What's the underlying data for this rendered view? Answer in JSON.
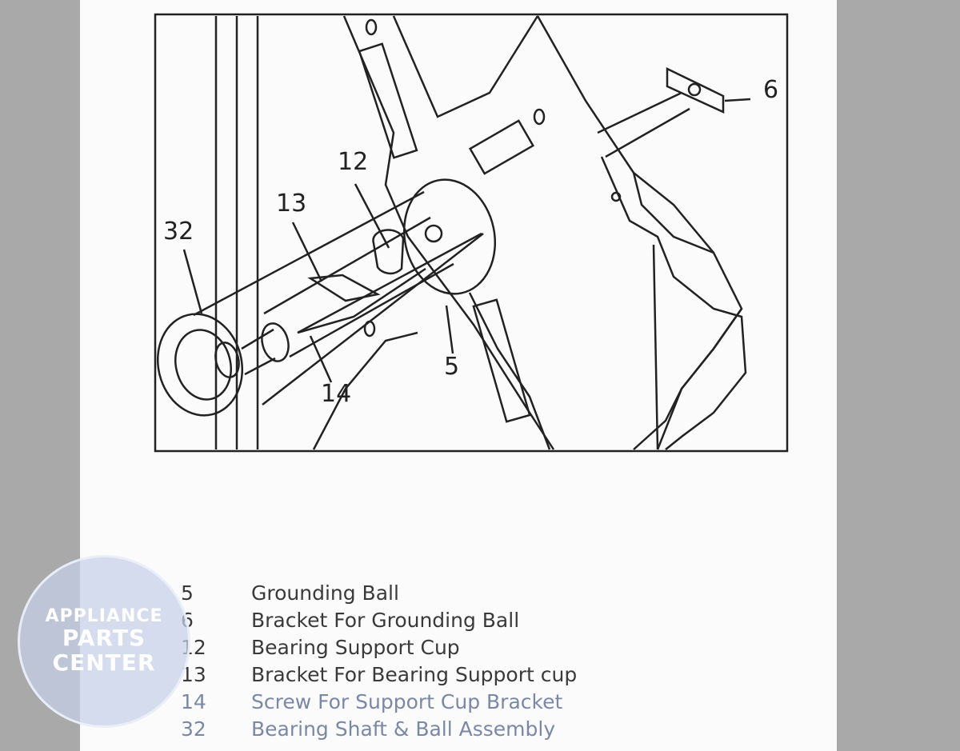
{
  "diagram": {
    "callouts": {
      "c6": "6",
      "c12": "12",
      "c13": "13",
      "c32": "32",
      "c14": "14",
      "c5": "5"
    }
  },
  "legend": [
    {
      "num": "5",
      "desc": "Grounding Ball"
    },
    {
      "num": "6",
      "desc": "Bracket For Grounding Ball"
    },
    {
      "num": "12",
      "desc": "Bearing Support Cup"
    },
    {
      "num": "13",
      "desc": "Bracket For Bearing Support cup"
    },
    {
      "num": "14",
      "desc": "Screw For Support Cup Bracket"
    },
    {
      "num": "32",
      "desc": "Bearing Shaft & Ball Assembly"
    }
  ],
  "watermark": {
    "line1": "APPLIANCE",
    "line2": "PARTS",
    "line3": "CENTER"
  },
  "colors": {
    "background": "#a9a9a9",
    "paper": "#fbfbfb",
    "ink": "#222222",
    "watermark": "#c6d0e8"
  }
}
